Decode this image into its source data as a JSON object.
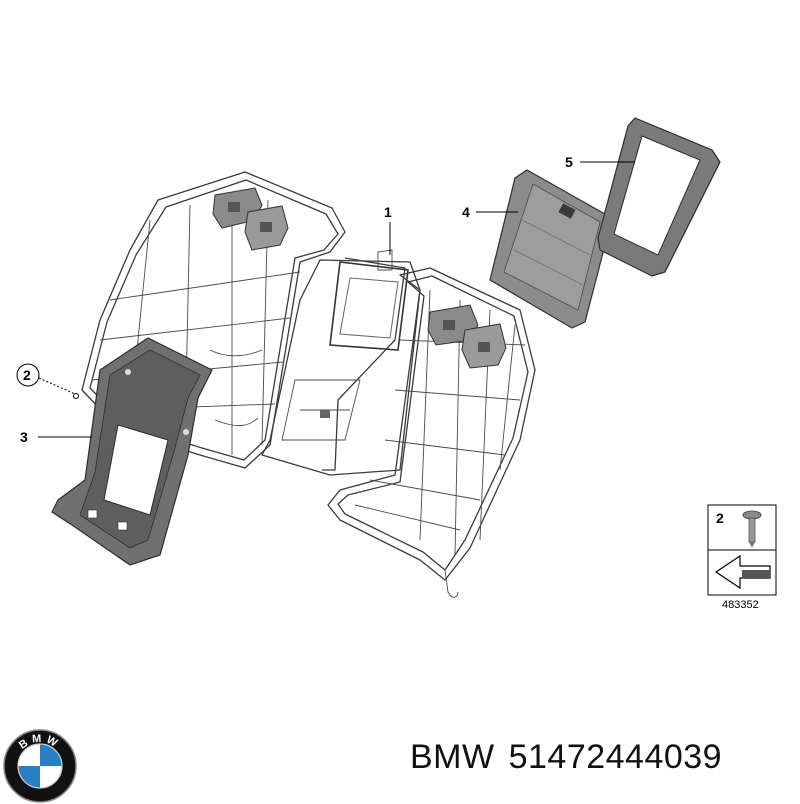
{
  "callouts": {
    "part_1": "1",
    "part_2": "2",
    "part_3": "3",
    "part_4": "4",
    "part_5": "5"
  },
  "legend_box": {
    "item_number": "2",
    "diagram_id": "483352"
  },
  "logo": {
    "brand_text": "BMW",
    "colors": {
      "blue": "#2a7fc4",
      "white": "#ffffff",
      "black": "#111111"
    }
  },
  "footer": {
    "brand": "BMW",
    "part_number": "51472444039"
  }
}
